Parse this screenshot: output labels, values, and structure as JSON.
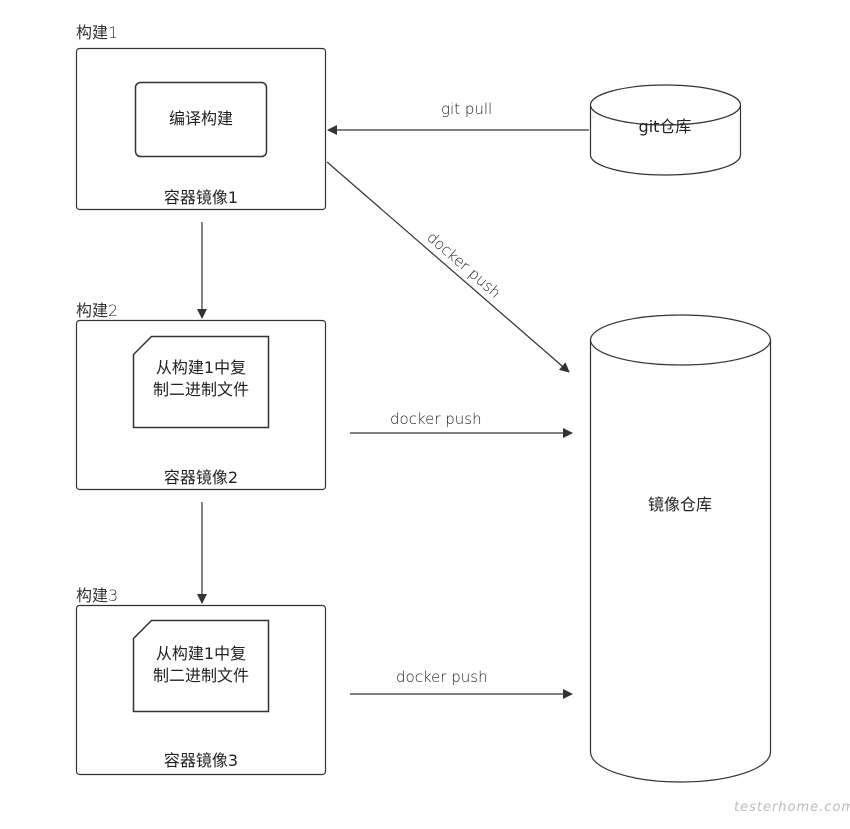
{
  "groups": [
    {
      "label": "构建1",
      "container": "容器镜像1",
      "inner": "编译构建"
    },
    {
      "label": "构建2",
      "container": "容器镜像2",
      "inner_line1": "从构建1中复",
      "inner_line2": "制二进制文件"
    },
    {
      "label": "构建3",
      "container": "容器镜像3",
      "inner_line1": "从构建1中复",
      "inner_line2": "制二进制文件"
    }
  ],
  "git_repo": {
    "label": "git仓库"
  },
  "image_repo": {
    "label": "镜像仓库"
  },
  "edges": {
    "git_pull": "git pull",
    "docker_push_1": "docker push",
    "docker_push_2": "docker push",
    "docker_push_3": "docker push"
  },
  "watermark": "testerhome.com"
}
